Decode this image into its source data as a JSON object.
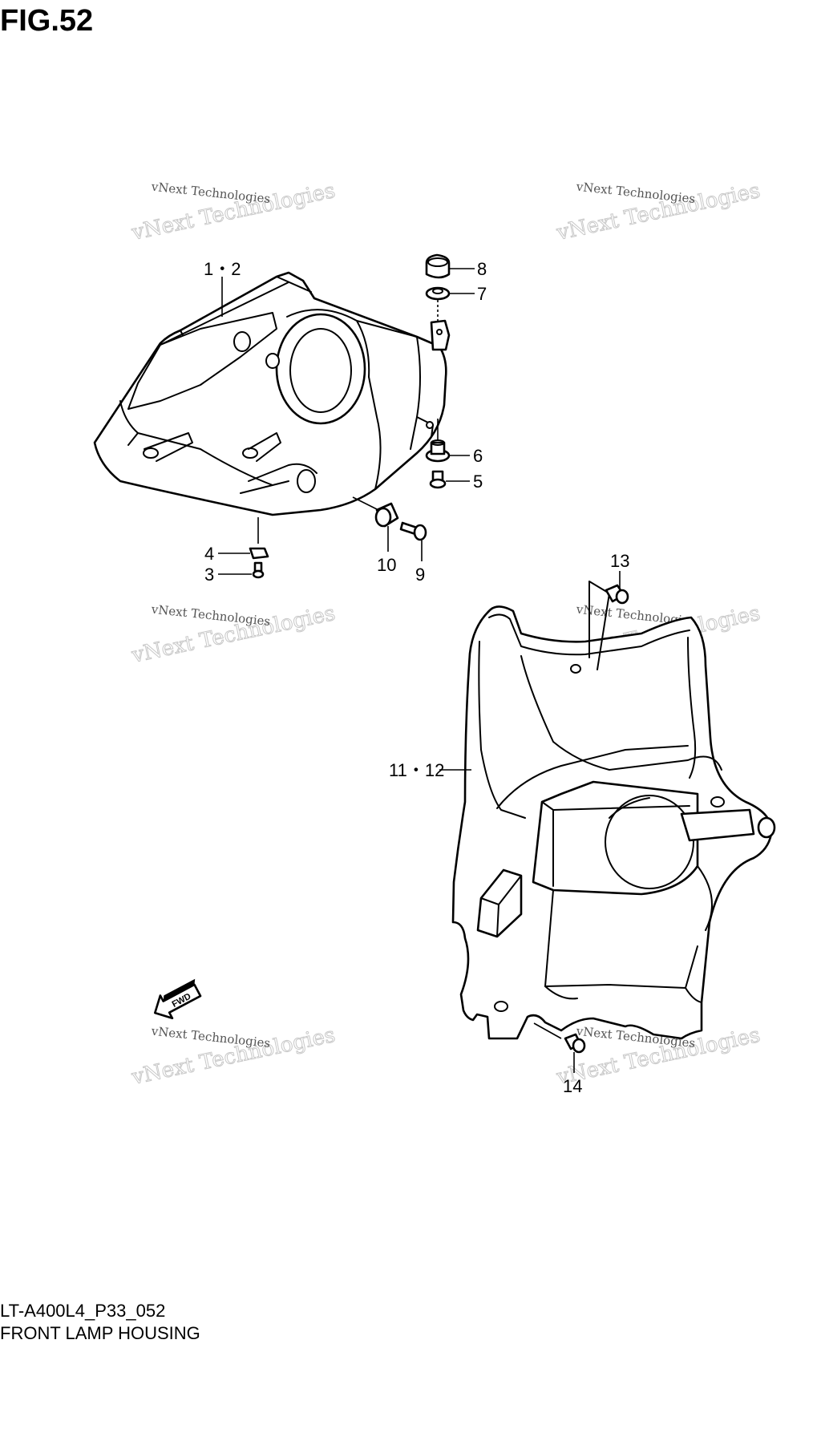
{
  "figure_title": "FIG.52",
  "model_code": "LT-A400L4_P33_052",
  "caption": "FRONT LAMP HOUSING",
  "fwd_label": "FWD",
  "watermark": {
    "line1": "vNext Technologies",
    "line2": "vNext Technologies"
  },
  "callouts": {
    "c1_2": "1・2",
    "c3": "3",
    "c4": "4",
    "c5": "5",
    "c6": "6",
    "c7": "7",
    "c8": "8",
    "c9": "9",
    "c10": "10",
    "c11_12": "11・12",
    "c13": "13",
    "c14": "14"
  }
}
